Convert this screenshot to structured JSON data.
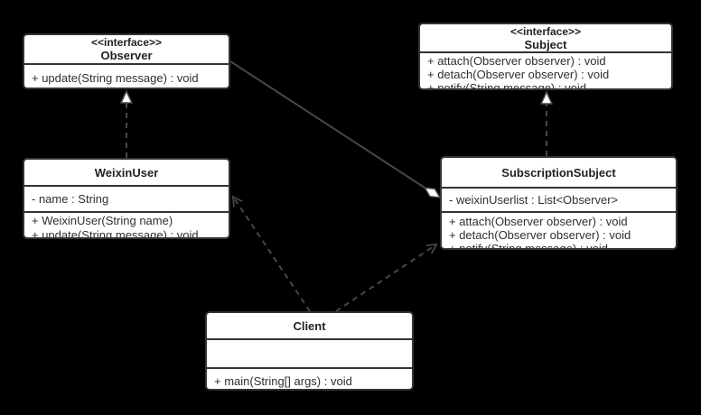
{
  "diagram": {
    "kind": "uml-class-diagram",
    "pattern": "Observer pattern",
    "colors": {
      "background": "#000000",
      "box_fill": "#ffffff",
      "box_border": "#333333",
      "connector": "#474747",
      "text": "#2f2f2f"
    }
  },
  "classes": [
    {
      "id": "observer",
      "stereotype": "<<interface>>",
      "name": "Observer",
      "attributes": [],
      "methods": [
        "+ update(String message) : void"
      ]
    },
    {
      "id": "subject",
      "stereotype": "<<interface>>",
      "name": "Subject",
      "attributes": [],
      "methods": [
        "+ attach(Observer observer) : void",
        "+ detach(Observer observer) : void",
        "+ notify(String message) : void"
      ]
    },
    {
      "id": "weixinuser",
      "stereotype": "",
      "name": "WeixinUser",
      "attributes": [
        "- name : String"
      ],
      "methods": [
        "+ WeixinUser(String name)",
        "+ update(String message) : void"
      ]
    },
    {
      "id": "subscriptionsubject",
      "stereotype": "",
      "name": "SubscriptionSubject",
      "attributes": [
        "- weixinUserlist : List<Observer>"
      ],
      "methods": [
        "+ attach(Observer observer) : void",
        "+ detach(Observer observer) : void",
        "+ notify(String message) : void"
      ]
    },
    {
      "id": "client",
      "stereotype": "",
      "name": "Client",
      "attributes": [],
      "methods": [
        "+ main(String[] args) : void"
      ]
    }
  ],
  "relationships": [
    {
      "type": "realization",
      "from": "WeixinUser",
      "to": "Observer",
      "line": "dashed",
      "head": "hollow-triangle"
    },
    {
      "type": "realization",
      "from": "SubscriptionSubject",
      "to": "Subject",
      "line": "dashed",
      "head": "hollow-triangle"
    },
    {
      "type": "aggregation",
      "from": "Observer",
      "to": "SubscriptionSubject",
      "line": "solid",
      "head": "hollow-diamond"
    },
    {
      "type": "dependency",
      "from": "Client",
      "to": "WeixinUser",
      "line": "dashed",
      "head": "open-arrow"
    },
    {
      "type": "dependency",
      "from": "Client",
      "to": "SubscriptionSubject",
      "line": "dashed",
      "head": "open-arrow"
    }
  ]
}
